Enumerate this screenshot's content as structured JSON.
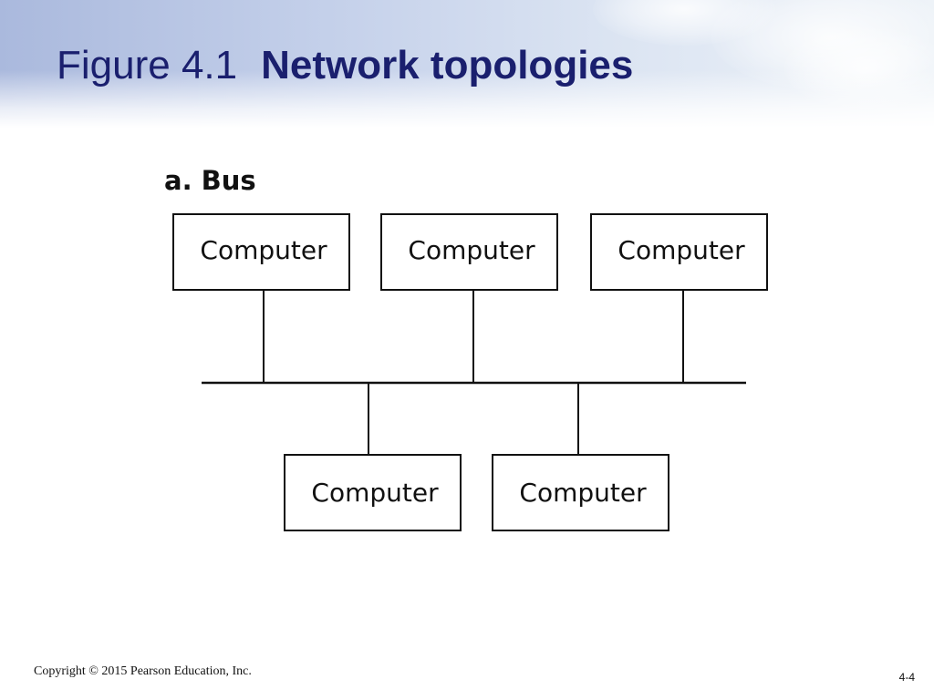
{
  "slide": {
    "figure_number": "Figure 4.1",
    "figure_subject": "Network topologies"
  },
  "diagram": {
    "panel_label": "a. Bus",
    "nodes": [
      {
        "label": "Computer",
        "position": "top"
      },
      {
        "label": "Computer",
        "position": "top"
      },
      {
        "label": "Computer",
        "position": "top"
      },
      {
        "label": "Computer",
        "position": "bottom"
      },
      {
        "label": "Computer",
        "position": "bottom"
      }
    ],
    "edges": [
      {
        "from": "node-1",
        "to": "bus-line"
      },
      {
        "from": "node-2",
        "to": "bus-line"
      },
      {
        "from": "node-3",
        "to": "bus-line"
      },
      {
        "from": "node-4",
        "to": "bus-line"
      },
      {
        "from": "node-5",
        "to": "bus-line"
      }
    ]
  },
  "footer": {
    "copyright": "Copyright © 2015 Pearson Education, Inc.",
    "page_number": "4-4"
  }
}
